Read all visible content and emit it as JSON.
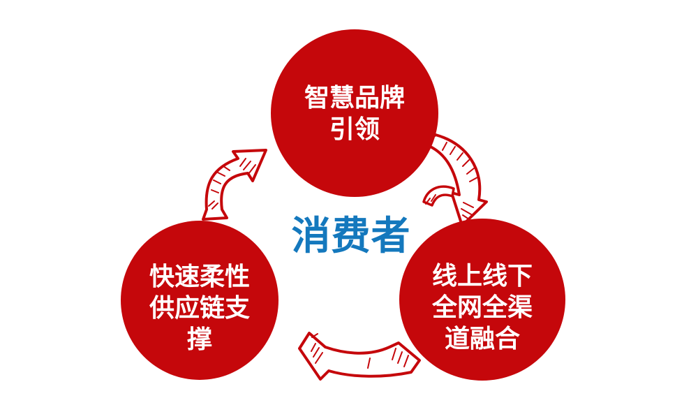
{
  "diagram": {
    "type": "cycle",
    "center_label": "消费者",
    "colors": {
      "node_red": "#c5070b",
      "center_blue": "#1478bd",
      "node_text": "#ffffff",
      "background": "#ffffff"
    },
    "nodes": [
      {
        "id": "smart-brand",
        "position": "top",
        "lines": [
          "智慧品牌",
          "引领"
        ]
      },
      {
        "id": "supply-chain",
        "position": "bottom-left",
        "lines": [
          "快速柔性",
          "供应链支",
          "撑"
        ]
      },
      {
        "id": "omni-channel",
        "position": "bottom-right",
        "lines": [
          "线上线下",
          "全网全渠",
          "道融合"
        ]
      }
    ],
    "arrows": [
      {
        "id": "left",
        "from": "supply-chain",
        "to": "smart-brand",
        "direction": "up-right",
        "style": "hand-drawn"
      },
      {
        "id": "right",
        "from": "smart-brand",
        "to": "omni-channel",
        "direction": "down",
        "style": "hand-drawn"
      },
      {
        "id": "bottom",
        "from": "omni-channel",
        "to": "supply-chain",
        "direction": "left",
        "style": "hand-drawn"
      }
    ]
  }
}
